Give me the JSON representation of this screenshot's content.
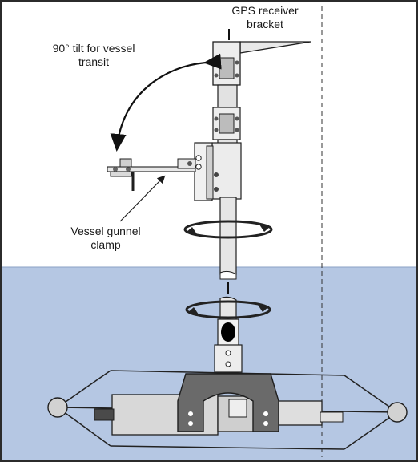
{
  "labels": {
    "gps_bracket": [
      "GPS receiver",
      "bracket"
    ],
    "tilt": [
      "90° tilt for vessel",
      "transit"
    ],
    "clamp": [
      "Vessel gunnel",
      "clamp"
    ]
  },
  "colors": {
    "water": "#b5c7e3",
    "metal_light": "#e6e6e6",
    "metal_mid": "#cdcdcd",
    "metal_dark": "#5d5d5d",
    "outline": "#1f1f1f",
    "frame": "#2b2b2b"
  },
  "icons": [
    "rotation-arrow-icon",
    "curved-tilt-arrow-icon"
  ]
}
